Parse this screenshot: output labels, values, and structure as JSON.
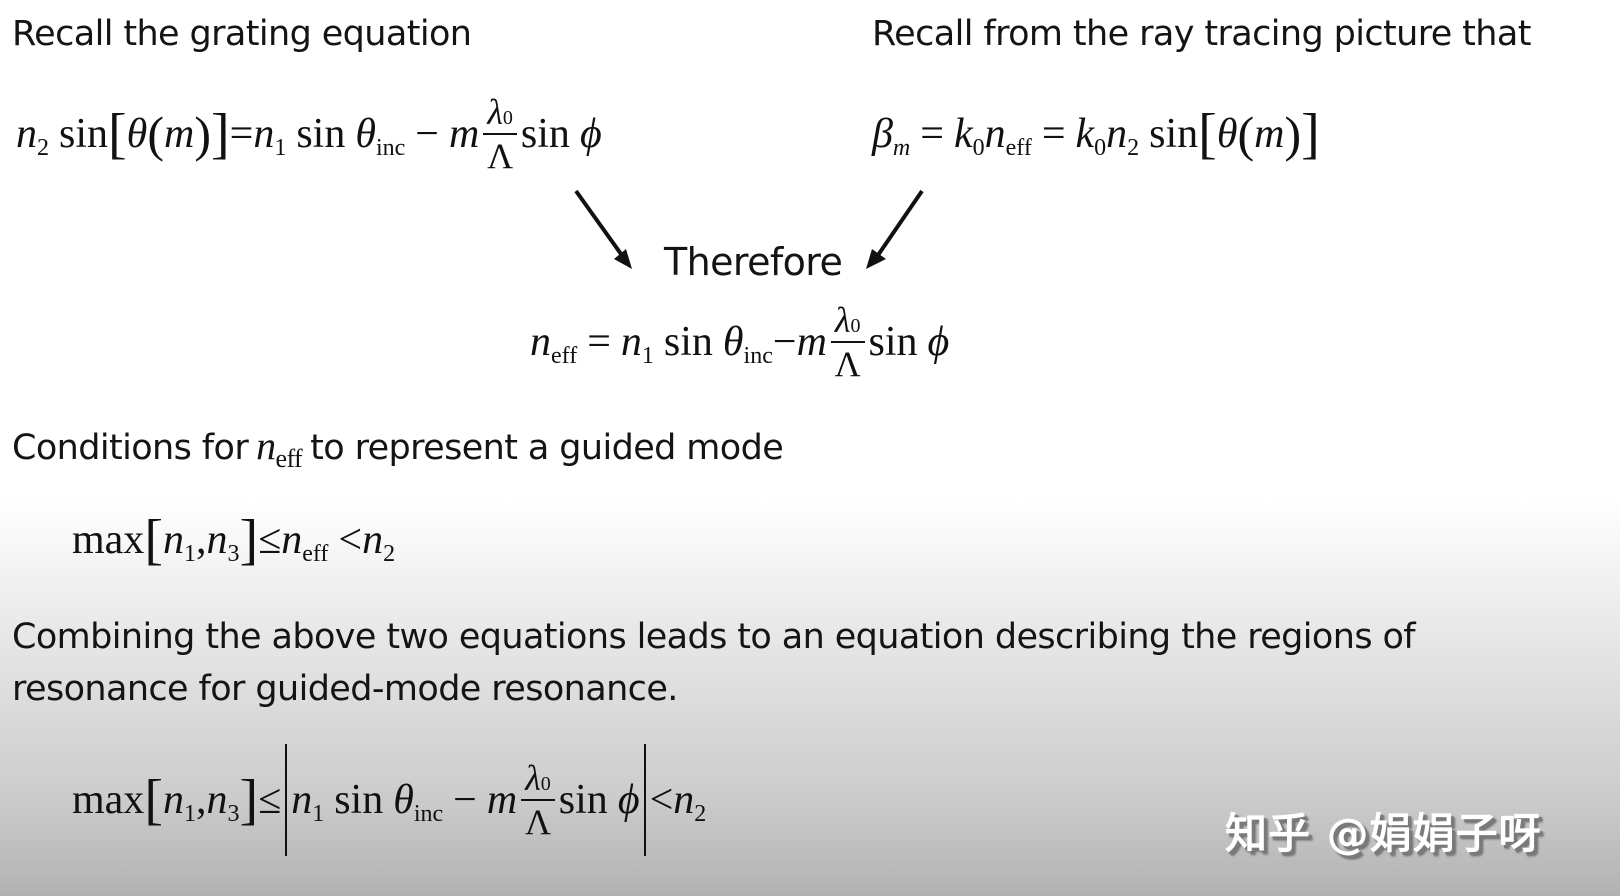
{
  "slide": {
    "left_heading": "Recall the grating equation",
    "right_heading": "Recall from the ray tracing picture that",
    "therefore_label": "Therefore",
    "conditions_prefix": "Conditions for",
    "conditions_var": "n",
    "conditions_var_sub": "eff",
    "conditions_suffix": "to represent a guided mode",
    "combining_line1": "Combining the above two equations leads to an equation describing the regions of",
    "combining_line2": "resonance for guided-mode resonance."
  },
  "equations": {
    "grating": {
      "lhs": {
        "n": "n",
        "n_sub": "2",
        "sin": "sin",
        "theta": "θ",
        "m": "m"
      },
      "rhs": {
        "n": "n",
        "n_sub": "1",
        "sin": "sin",
        "theta": "θ",
        "theta_sub": "inc",
        "minus": "−",
        "m": "m",
        "lambda": "λ",
        "lambda_sub": "0",
        "Lambda": "Λ",
        "sin2": "sin",
        "phi": "ϕ"
      },
      "eq": "="
    },
    "ray_tracing": {
      "beta": "β",
      "beta_sub": "m",
      "eq1": "=",
      "k": "k",
      "k_sub": "0",
      "n": "n",
      "n_sub": "eff",
      "eq2": "=",
      "k2": "k",
      "k2_sub": "0",
      "n2": "n",
      "n2_sub": "2",
      "sin": "sin",
      "theta": "θ",
      "m": "m"
    },
    "neff": {
      "n": "n",
      "n_sub": "eff",
      "eq": "=",
      "n1": "n",
      "n1_sub": "1",
      "sin": "sin",
      "theta": "θ",
      "theta_sub": "inc",
      "minus": "−",
      "m": "m",
      "lambda": "λ",
      "lambda_sub": "0",
      "Lambda": "Λ",
      "sin2": "sin",
      "phi": "ϕ"
    },
    "condition": {
      "max": "max",
      "n1": "n",
      "n1_sub": "1",
      "comma": ",",
      "n3": "n",
      "n3_sub": "3",
      "leq": "≤",
      "neff": "n",
      "neff_sub": "eff",
      "lt": "<",
      "n2": "n",
      "n2_sub": "2"
    },
    "resonance": {
      "max": "max",
      "n1": "n",
      "n1_sub": "1",
      "comma": ",",
      "n3": "n",
      "n3_sub": "3",
      "leq": "≤",
      "inner_n": "n",
      "inner_n_sub": "1",
      "sin": "sin",
      "theta": "θ",
      "theta_sub": "inc",
      "minus": "−",
      "m": "m",
      "lambda": "λ",
      "lambda_sub": "0",
      "Lambda": "Λ",
      "sin2": "sin",
      "phi": "ϕ",
      "lt": "<",
      "n2": "n",
      "n2_sub": "2"
    }
  },
  "watermark": {
    "text": "知乎 @娟娟子呀"
  },
  "colors": {
    "text": "#141414",
    "background_top": "#ffffff",
    "background_bottom": "#b2b2b2",
    "watermark": "#ffffff"
  }
}
